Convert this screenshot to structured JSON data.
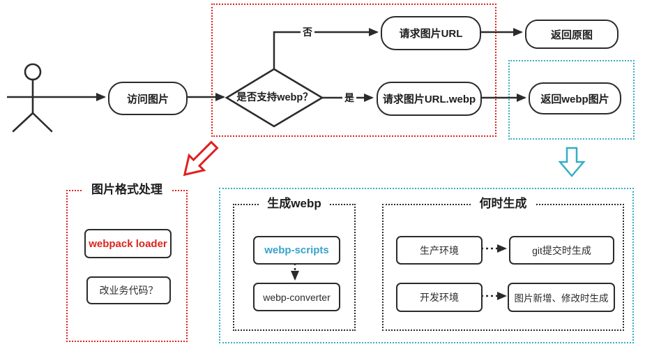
{
  "colors": {
    "red": "#e02020",
    "red_text": "#d9261c",
    "cyan": "#35adc4",
    "cyan_text": "#37a3cc",
    "line": "#2b2b2b",
    "background": "#ffffff"
  },
  "flow": {
    "access": "访问图片",
    "decision": "是否支持webp？",
    "branch_no": "否",
    "branch_yes": "是",
    "request_url": "请求图片URL",
    "return_original": "返回原图",
    "request_webp_url": "请求图片URL.webp",
    "return_webp": "返回webp图片"
  },
  "sections": {
    "format": {
      "title": "图片格式处理",
      "items": [
        "webpack loader",
        "改业务代码？"
      ]
    },
    "generate": {
      "title": "生成webp",
      "items": [
        "webp-scripts",
        "webp-converter"
      ]
    },
    "when": {
      "title": "何时生成",
      "rows": [
        {
          "from": "生产环境",
          "to": "git提交时生成"
        },
        {
          "from": "开发环境",
          "to": "图片新增、修改时生成"
        }
      ]
    }
  }
}
